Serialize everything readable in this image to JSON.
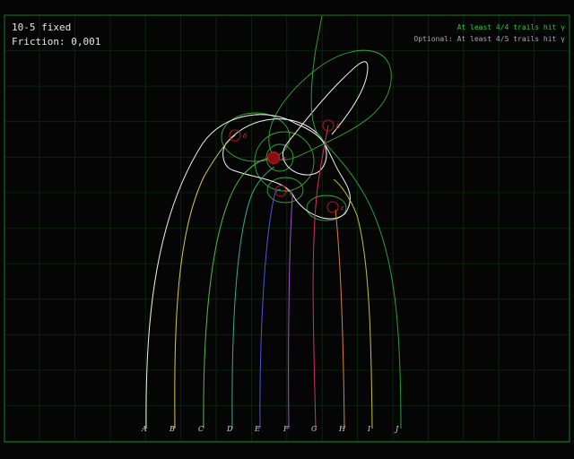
{
  "hud": {
    "level": "10-5 fixed",
    "friction": "Friction: 0,001",
    "goal": "At least 4/4 trails hit γ",
    "optional": "Optional: At least 4/5 trails hit γ"
  },
  "colors": {
    "background": "#050505",
    "grid": "#0c2a0c",
    "frame": "#1a7a1a",
    "goal_text": "#22d022",
    "optional_text": "#a8a8a8",
    "loop": "#37a837",
    "peg": "#b01818"
  },
  "lanes": [
    {
      "label": "A",
      "color": "#f2f2f2"
    },
    {
      "label": "B",
      "color": "#d8c850"
    },
    {
      "label": "C",
      "color": "#58b848"
    },
    {
      "label": "D",
      "color": "#3aa890"
    },
    {
      "label": "E",
      "color": "#4858d8"
    },
    {
      "label": "F",
      "color": "#a050d0"
    },
    {
      "label": "G",
      "color": "#d03060"
    },
    {
      "label": "H",
      "color": "#d88040"
    },
    {
      "label": "I",
      "color": "#c0c040"
    },
    {
      "label": "J",
      "color": "#2e9a3a"
    }
  ],
  "pegs": [
    {
      "label": "δ",
      "filled": false
    },
    {
      "label": "α",
      "filled": true
    },
    {
      "label": "β",
      "filled": false
    },
    {
      "label": "γ",
      "filled": false
    },
    {
      "label": "ε",
      "filled": false
    }
  ]
}
